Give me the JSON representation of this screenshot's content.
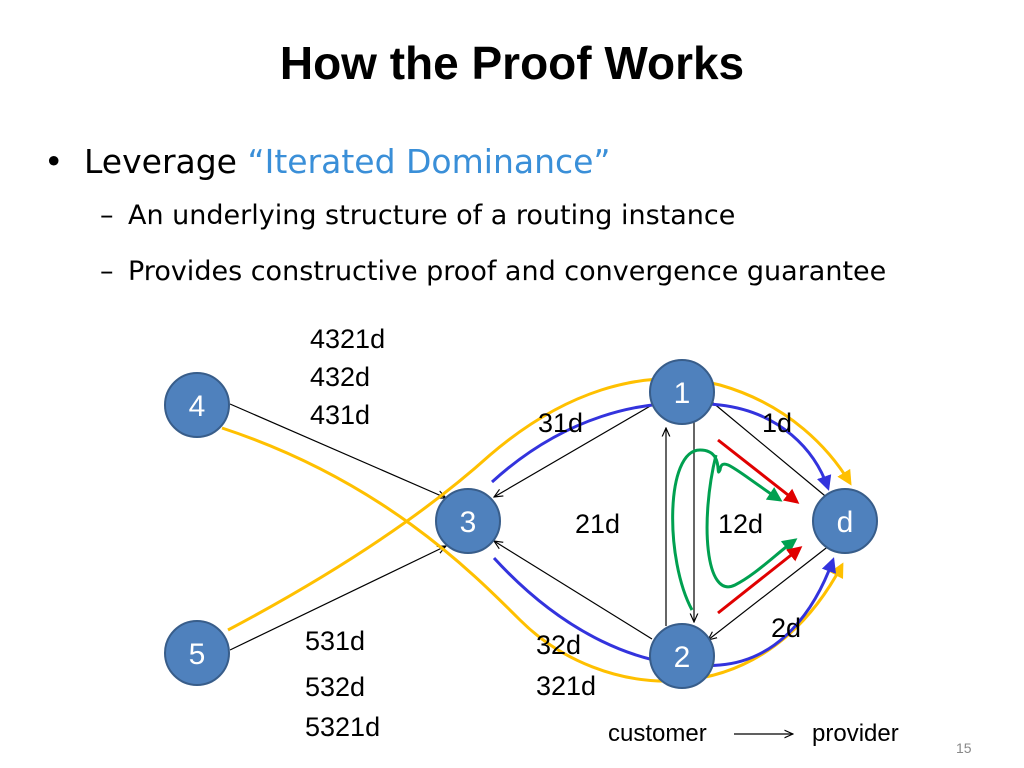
{
  "slide": {
    "title": "How the Proof Works",
    "bullet": {
      "prefix": "Leverage ",
      "highlight": "“Iterated Dominance”",
      "highlight_color": "#3a8fd8"
    },
    "sub_bullets": [
      "An underlying structure of a routing instance",
      "Provides constructive proof and convergence guarantee"
    ],
    "page_number": "15"
  },
  "diagram": {
    "nodes": [
      {
        "id": "4",
        "label": "4"
      },
      {
        "id": "5",
        "label": "5"
      },
      {
        "id": "3",
        "label": "3"
      },
      {
        "id": "1",
        "label": "1"
      },
      {
        "id": "2",
        "label": "2"
      },
      {
        "id": "d",
        "label": "d"
      }
    ],
    "node_color": "#4f81bd",
    "path_labels": {
      "node4": [
        "4321d",
        "432d",
        "431d"
      ],
      "node5": [
        "531d",
        "532d",
        "5321d"
      ],
      "node1": "1d",
      "node2": "2d",
      "node3_via1": "31d",
      "node3_via2_a": "32d",
      "node3_via2_b": "321d",
      "node2_via1": "21d",
      "node1_via2": "12d"
    },
    "legend": {
      "from": "customer",
      "to": "provider"
    },
    "colors": {
      "yellow_path": "#ffc000",
      "blue_path": "#3333dd",
      "green_path": "#00a050",
      "red_path": "#e00000"
    }
  }
}
